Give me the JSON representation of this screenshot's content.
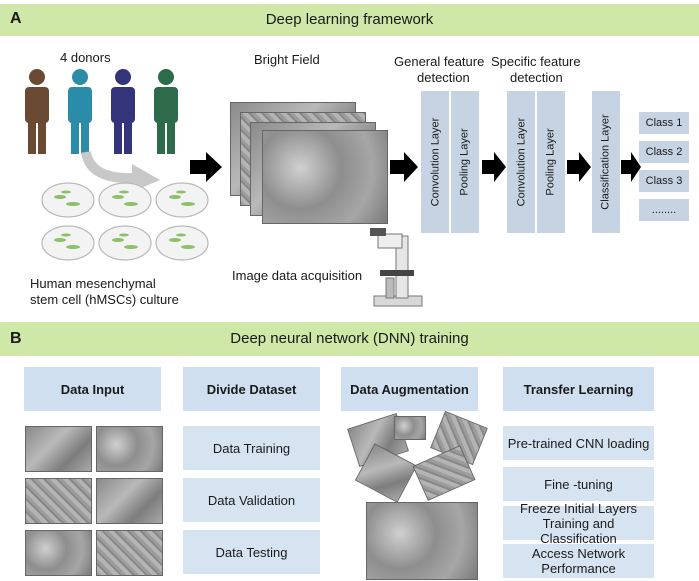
{
  "panel_a": {
    "letter": "A",
    "title": "Deep learning framework",
    "donors_label": "4 donors",
    "culture_label_line1": "Human mesenchymal",
    "culture_label_line2": "stem cell (hMSCs) culture",
    "bright_field_label": "Bright Field",
    "acquisition_label": "Image data acquisition",
    "general_label_line1": "General feature",
    "general_label_line2": "detection",
    "specific_label_line1": "Specific feature",
    "specific_label_line2": "detection",
    "layers": [
      "Convolution Layer",
      "Pooling Layer",
      "Convolution Layer",
      "Pooling Layer",
      "Classification Layer"
    ],
    "classes": [
      "Class 1",
      "Class 2",
      "Class 3",
      "........"
    ],
    "colors": {
      "banner": "#cfe8a8",
      "layer_box": "#c6d3e3"
    }
  },
  "panel_b": {
    "letter": "B",
    "title": "Deep neural network (DNN) training",
    "columns": {
      "data_input": "Data Input",
      "divide_dataset": "Divide Dataset",
      "data_augmentation": "Data Augmentation",
      "transfer_learning": "Transfer Learning"
    },
    "divide_items": [
      "Data Training",
      "Data Validation",
      "Data Testing"
    ],
    "transfer_items": [
      "Pre-trained CNN loading",
      "Fine -tuning",
      "Freeze Initial Layers\nTraining and Classification",
      "Access Network\nPerformance"
    ]
  }
}
